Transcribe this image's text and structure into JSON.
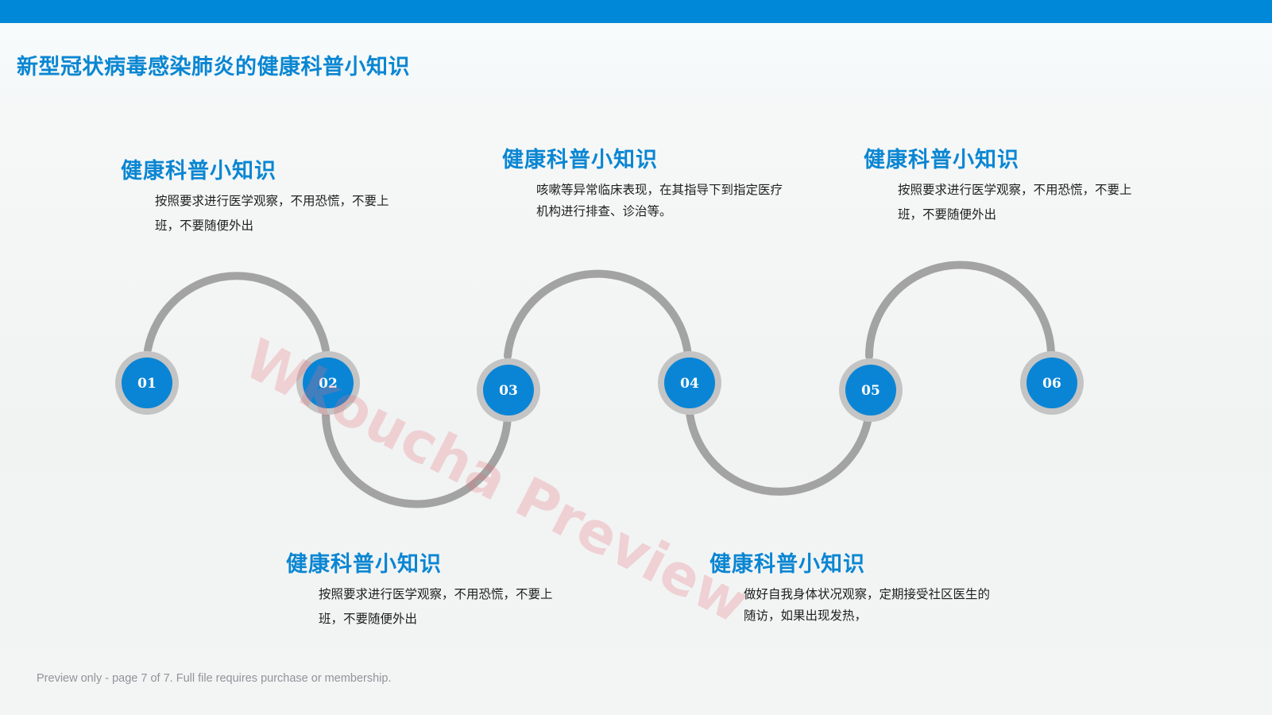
{
  "title": "新型冠状病毒感染肺炎的健康科普小知识",
  "cards": [
    {
      "title": "健康科普小知识",
      "body": "按照要求进行医学观察，不用恐慌，不要上班，不要随便外出"
    },
    {
      "title": "健康科普小知识",
      "body": "咳嗽等异常临床表现，在其指导下到指定医疗机构进行排查、诊治等。"
    },
    {
      "title": "健康科普小知识",
      "body": "按照要求进行医学观察，不用恐慌，不要上班，不要随便外出"
    },
    {
      "title": "健康科普小知识",
      "body": "按照要求进行医学观察，不用恐慌，不要上班，不要随便外出"
    },
    {
      "title": "健康科普小知识",
      "body": "做好自我身体状况观察，定期接受社区医生的随访，如果出现发热，"
    }
  ],
  "steps": [
    "01",
    "02",
    "03",
    "04",
    "05",
    "06"
  ],
  "watermark": "Wkoucha Preview",
  "footer_note": "Preview only - page 7 of 7. Full file requires purchase or membership.",
  "colors": {
    "accent": "#0088d8",
    "node_fill": "#0a85d6",
    "node_ring": "#c4c4c4",
    "connector": "#a3a3a3"
  }
}
